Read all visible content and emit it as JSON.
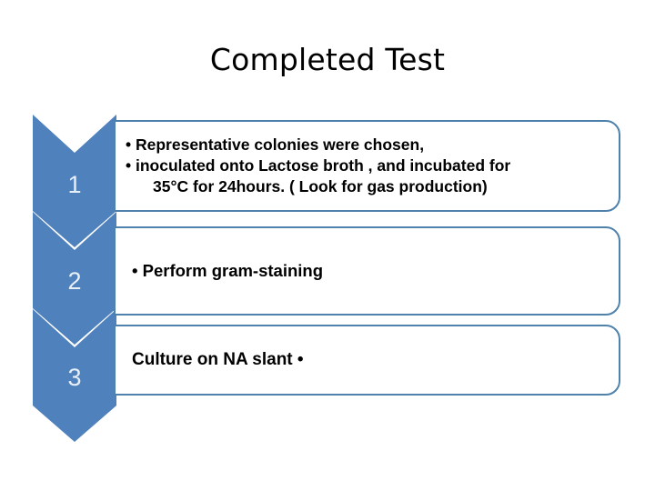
{
  "slide": {
    "title": "Completed Test",
    "background_color": "#ffffff"
  },
  "theme": {
    "chevron_fill": "#4f81bd",
    "box_border": "#4f81ad",
    "box_fill": "#ffffff",
    "number_color": "#e8eff7",
    "text_color": "#000000"
  },
  "process": {
    "steps": [
      {
        "number": "1",
        "lines": [
          {
            "kind": "bullet",
            "text": "• Representative colonies were chosen,"
          },
          {
            "kind": "bullet",
            "text": "• inoculated onto Lactose broth , and incubated for"
          },
          {
            "kind": "continuation",
            "text": "35°C for 24hours. ( Look for gas production)"
          }
        ]
      },
      {
        "number": "2",
        "lines": [
          {
            "kind": "bullet",
            "text": "• Perform gram-staining"
          }
        ]
      },
      {
        "number": "3",
        "lines": [
          {
            "kind": "plain",
            "text": "Culture on NA slant •"
          }
        ]
      }
    ]
  }
}
